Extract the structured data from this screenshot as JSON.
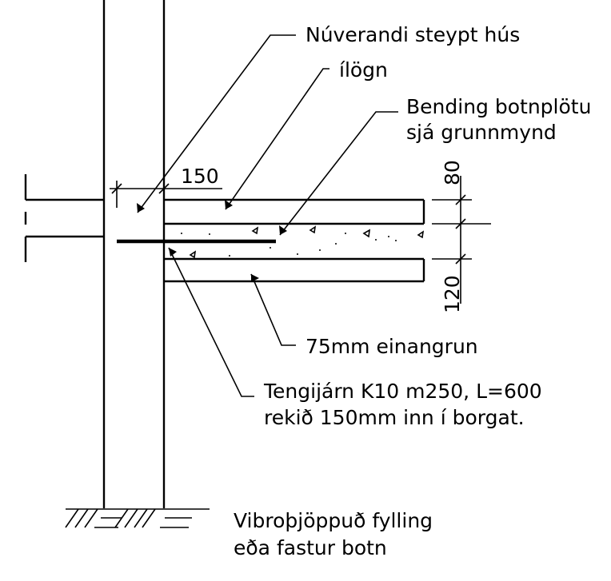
{
  "labels": {
    "existing_house": "Núverandi steypt hús",
    "inlay": "ílögn",
    "floor_rebar_line1": "Bending botnplötu",
    "floor_rebar_line2": "sjá grunnmynd",
    "insulation": "75mm einangrun",
    "dowel_line1": "Tengijárn K10 m250, L=600",
    "dowel_line2": "rekið 150mm inn í borgat.",
    "fill_line1": "Vibroþjöppuð fylling",
    "fill_line2": "eða fastur botn"
  },
  "dimensions": {
    "embed_depth": "150",
    "slab_thickness": "80",
    "base_thickness": "120"
  }
}
